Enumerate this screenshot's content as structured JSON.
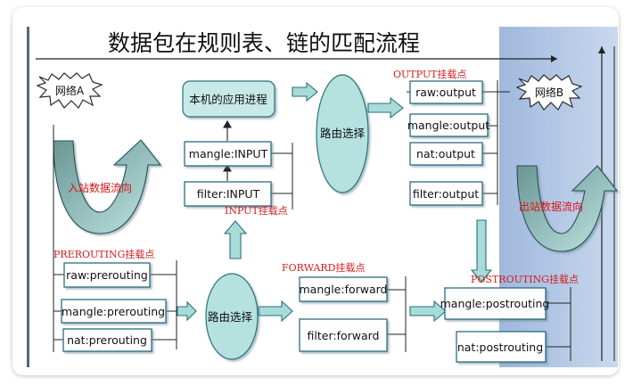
{
  "title": "数据包在规则表、链的匹配流程",
  "clouds": {
    "network_a": "网络A",
    "network_b": "网络B"
  },
  "flows": {
    "inbound": "入站数据流向",
    "outbound": "出站数据流向"
  },
  "hook_labels": {
    "prerouting": "PREROUTING挂载点",
    "input": "INPUT挂载点",
    "forward": "FORWARD挂载点",
    "output": "OUTPUT挂载点",
    "postrouting": "POSTROUTING挂载点"
  },
  "process": "本机的应用进程",
  "routing": {
    "top": "路由选择",
    "bottom": "路由选择"
  },
  "chains": {
    "raw_prerouting": "raw:prerouting",
    "mangle_prerouting": "mangle:prerouting",
    "nat_prerouting": "nat:prerouting",
    "mangle_input": "mangle:INPUT",
    "filter_input": "filter:INPUT",
    "mangle_forward": "mangle:forward",
    "filter_forward": "filter:forward",
    "raw_output": "raw:output",
    "mangle_output": "mangle:output",
    "nat_output": "nat:output",
    "filter_output": "filter:output",
    "mangle_postrouting": "mangle:postrouting",
    "nat_postrouting": "nat:postrouting"
  },
  "colors": {
    "box_fill": "#ffffff",
    "box_stroke": "#1f5f7a",
    "process_fill": "#c8eae6",
    "ellipse_fill": "#b5e2de",
    "arrow_fill": "#a8dcd8",
    "arrow_stroke": "#2b6f7e",
    "label_red": "#d81b1b",
    "right_panel": "#b9cde8"
  }
}
